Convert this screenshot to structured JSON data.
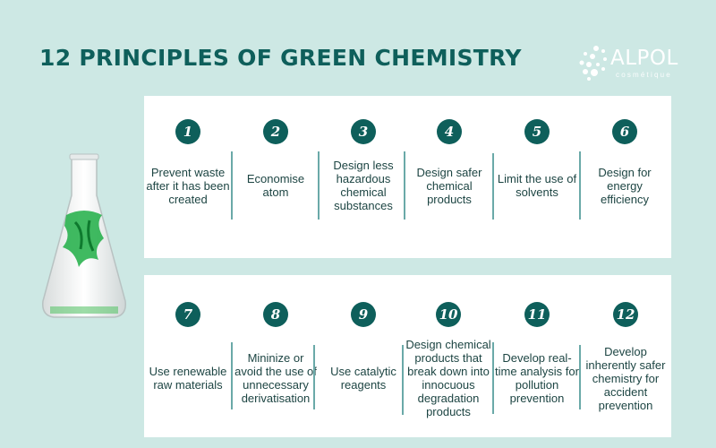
{
  "title": "12 PRINCIPLES OF GREEN CHEMISTRY",
  "logo": {
    "name": "ALPOL",
    "tagline": "cosmétique"
  },
  "colors": {
    "background": "#cde8e4",
    "accent": "#0e5f5b",
    "panel": "#ffffff",
    "divider": "#6aa9a8"
  },
  "image": {
    "description": "erlenmeyer-flask-with-green-dye"
  },
  "principles": [
    {
      "number": "1",
      "text": "Prevent waste after it has been created"
    },
    {
      "number": "2",
      "text": "Economise atom"
    },
    {
      "number": "3",
      "text": "Design less hazardous chemical substances"
    },
    {
      "number": "4",
      "text": "Design safer chemical products"
    },
    {
      "number": "5",
      "text": "Limit the use of solvents"
    },
    {
      "number": "6",
      "text": "Design for energy efficiency"
    },
    {
      "number": "7",
      "text": "Use renewable raw materials"
    },
    {
      "number": "8",
      "text": "Mininize or avoid the use of unnecessary derivatisation"
    },
    {
      "number": "9",
      "text": "Use catalytic reagents"
    },
    {
      "number": "10",
      "text": "Design chemical products that break down into innocuous degradation products"
    },
    {
      "number": "11",
      "text": "Develop real-time analysis for pollution prevention"
    },
    {
      "number": "12",
      "text": "Develop inherently safer chemistry for accident prevention"
    }
  ]
}
